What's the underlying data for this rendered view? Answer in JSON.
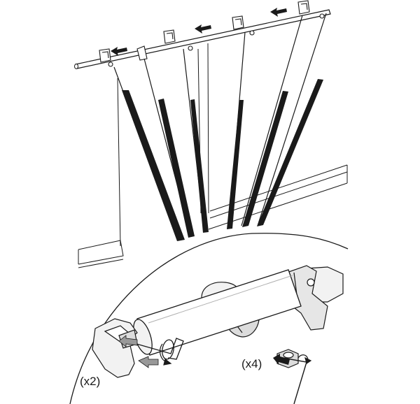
{
  "labels": {
    "hooks_count": "(x2)",
    "fasteners_count": "(x4)"
  },
  "colors": {
    "line": "#1a1a1a",
    "fill_light": "#f2f2f2",
    "fill_mid": "#dcdcdc",
    "arrow_gray": "#999999",
    "background": "#ffffff"
  },
  "icons": [
    "move-left-arrow",
    "insert-arrow",
    "allen-key",
    "rotate-arrow"
  ]
}
